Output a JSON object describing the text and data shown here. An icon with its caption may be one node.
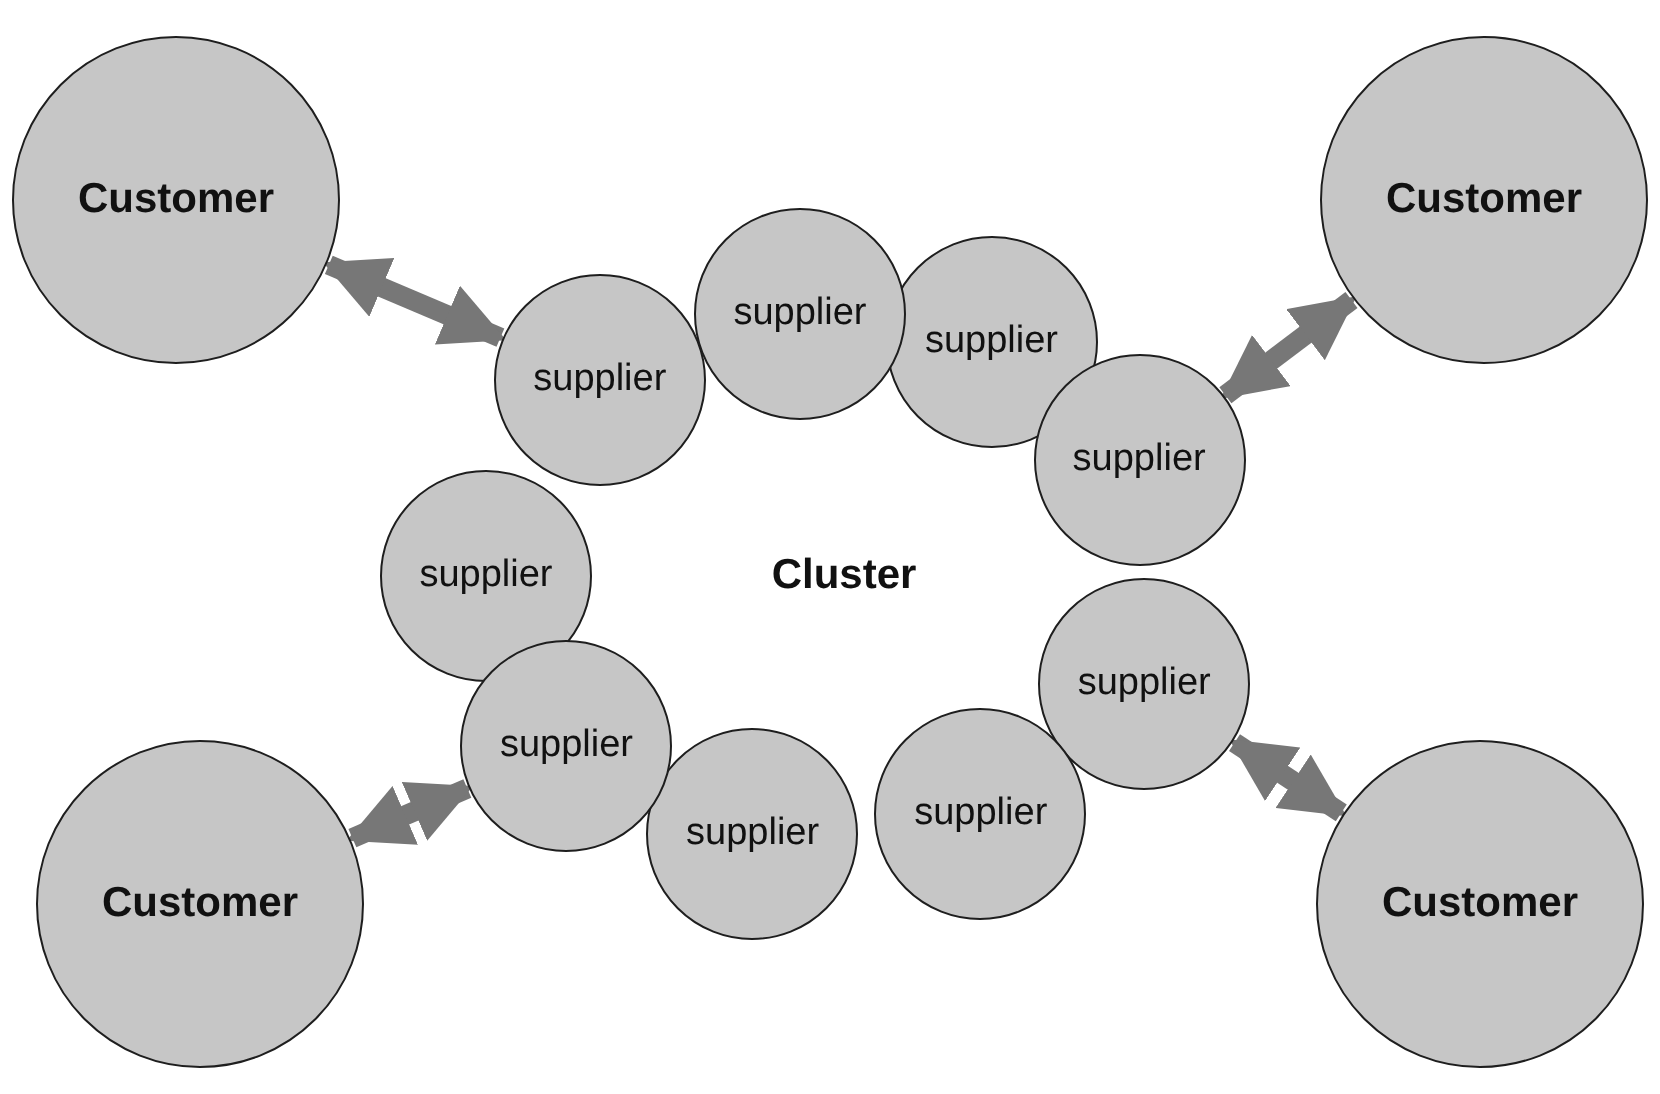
{
  "diagram": {
    "nodes": [
      {
        "text": [
          "Customer"
        ]
      },
      {
        "text": [
          "Customer"
        ]
      },
      {
        "text": [
          "supplier"
        ]
      },
      {
        "text": [
          "supplier"
        ]
      },
      {
        "text": [
          "supplier"
        ]
      },
      {
        "text": [
          "supplier"
        ]
      },
      {
        "text": [
          "supplier"
        ]
      },
      {
        "text": [
          "supplier"
        ]
      },
      {
        "text": [
          "supplier"
        ]
      },
      {
        "text": [
          "supplier"
        ]
      },
      {
        "text": [
          "supplier"
        ]
      },
      {
        "text": [
          "Customer"
        ]
      },
      {
        "text": [
          "Customer"
        ]
      }
    ],
    "edges": [
      {
        "from": 0,
        "to": 4,
        "arrow": "both"
      },
      {
        "from": 1,
        "to": 5,
        "arrow": "both"
      },
      {
        "from": 11,
        "to": 8,
        "arrow": "both"
      },
      {
        "from": 12,
        "to": 7,
        "arrow": "both"
      }
    ],
    "labels": [
      "Cluster"
    ]
  }
}
